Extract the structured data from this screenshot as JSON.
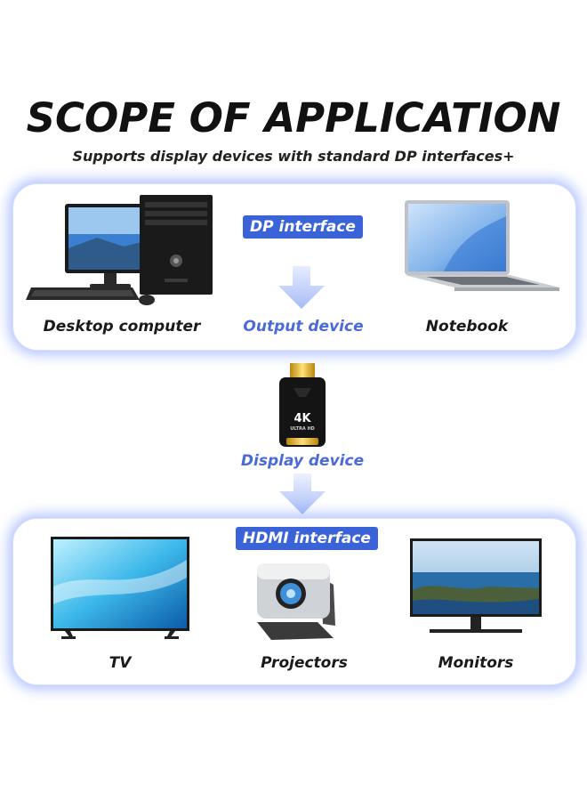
{
  "header": {
    "title": "SCOPE OF APPLICATION",
    "subtitle": "Supports display devices with standard DP interfaces+"
  },
  "top_panel": {
    "tag": "DP interface",
    "items": [
      {
        "label": "Desktop computer",
        "icon": "desktop-computer-icon"
      },
      {
        "label": "Output device",
        "icon": "down-arrow-icon"
      },
      {
        "label": "Notebook",
        "icon": "notebook-laptop-icon"
      }
    ]
  },
  "adapter": {
    "badge": "4K",
    "sub_badge": "ULTRA HD",
    "label": "Display device"
  },
  "bottom_panel": {
    "tag": "HDMI interface",
    "items": [
      {
        "label": "TV",
        "icon": "tv-icon"
      },
      {
        "label": "Projectors",
        "icon": "projector-icon"
      },
      {
        "label": "Monitors",
        "icon": "monitor-icon"
      }
    ]
  },
  "colors": {
    "accent": "#3a63d8",
    "label_blue": "#4a6ad8",
    "panel_glow": "#7896ff"
  }
}
